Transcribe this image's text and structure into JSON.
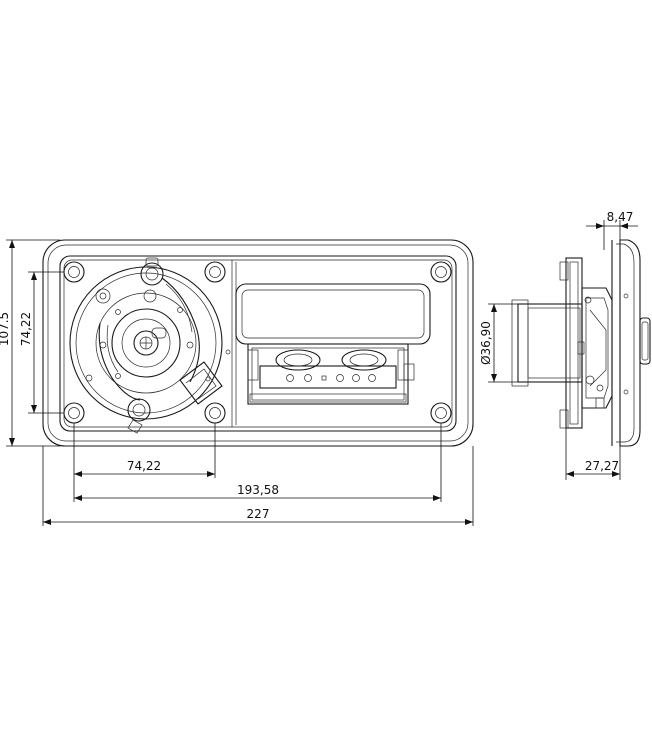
{
  "dimensions": {
    "height_overall": "107.5",
    "height_holes": "74,22",
    "width_holes_left": "74,22",
    "width_holes": "193,58",
    "width_overall": "227",
    "side_thickness": "8,47",
    "diameter": "36,90",
    "side_depth": "27,27",
    "diameter_symbol": "Ø"
  }
}
